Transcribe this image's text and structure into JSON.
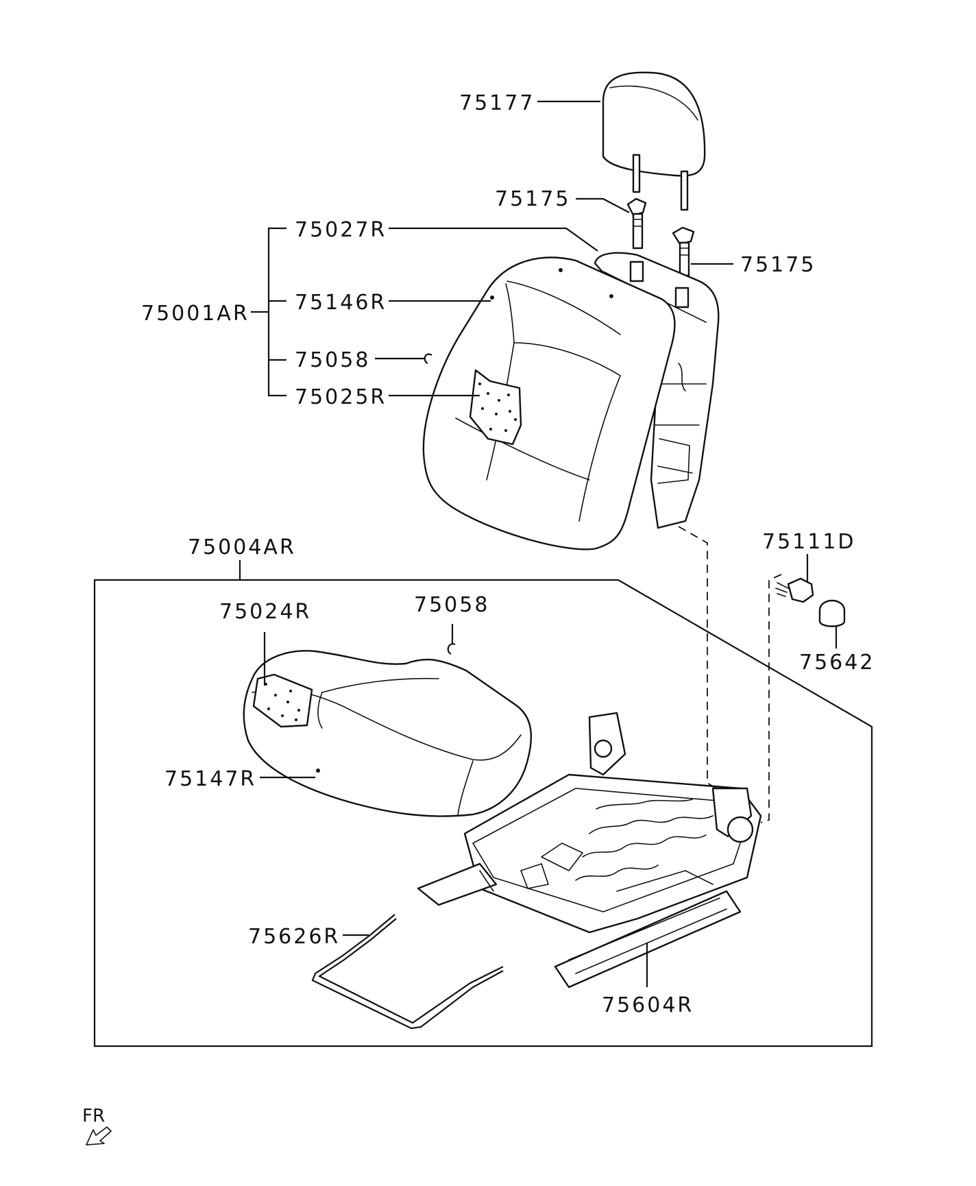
{
  "diagram": {
    "labels": {
      "headrest": "75177",
      "headrest_guide_top": "75175",
      "headrest_guide_right": "75175",
      "back_assy": "75001AR",
      "back_cover": "75027R",
      "back_pad": "75146R",
      "back_clip": "75058",
      "back_heater": "75025R",
      "cushion_assy": "75004AR",
      "cushion_heater": "75024R",
      "cushion_clip": "75058",
      "cushion_cover": "75147R",
      "bolt": "75111D",
      "cap": "75642",
      "wire": "75626R",
      "adjuster": "75604R"
    },
    "direction": "FR",
    "icons": [
      "front-direction-arrow-icon"
    ]
  }
}
